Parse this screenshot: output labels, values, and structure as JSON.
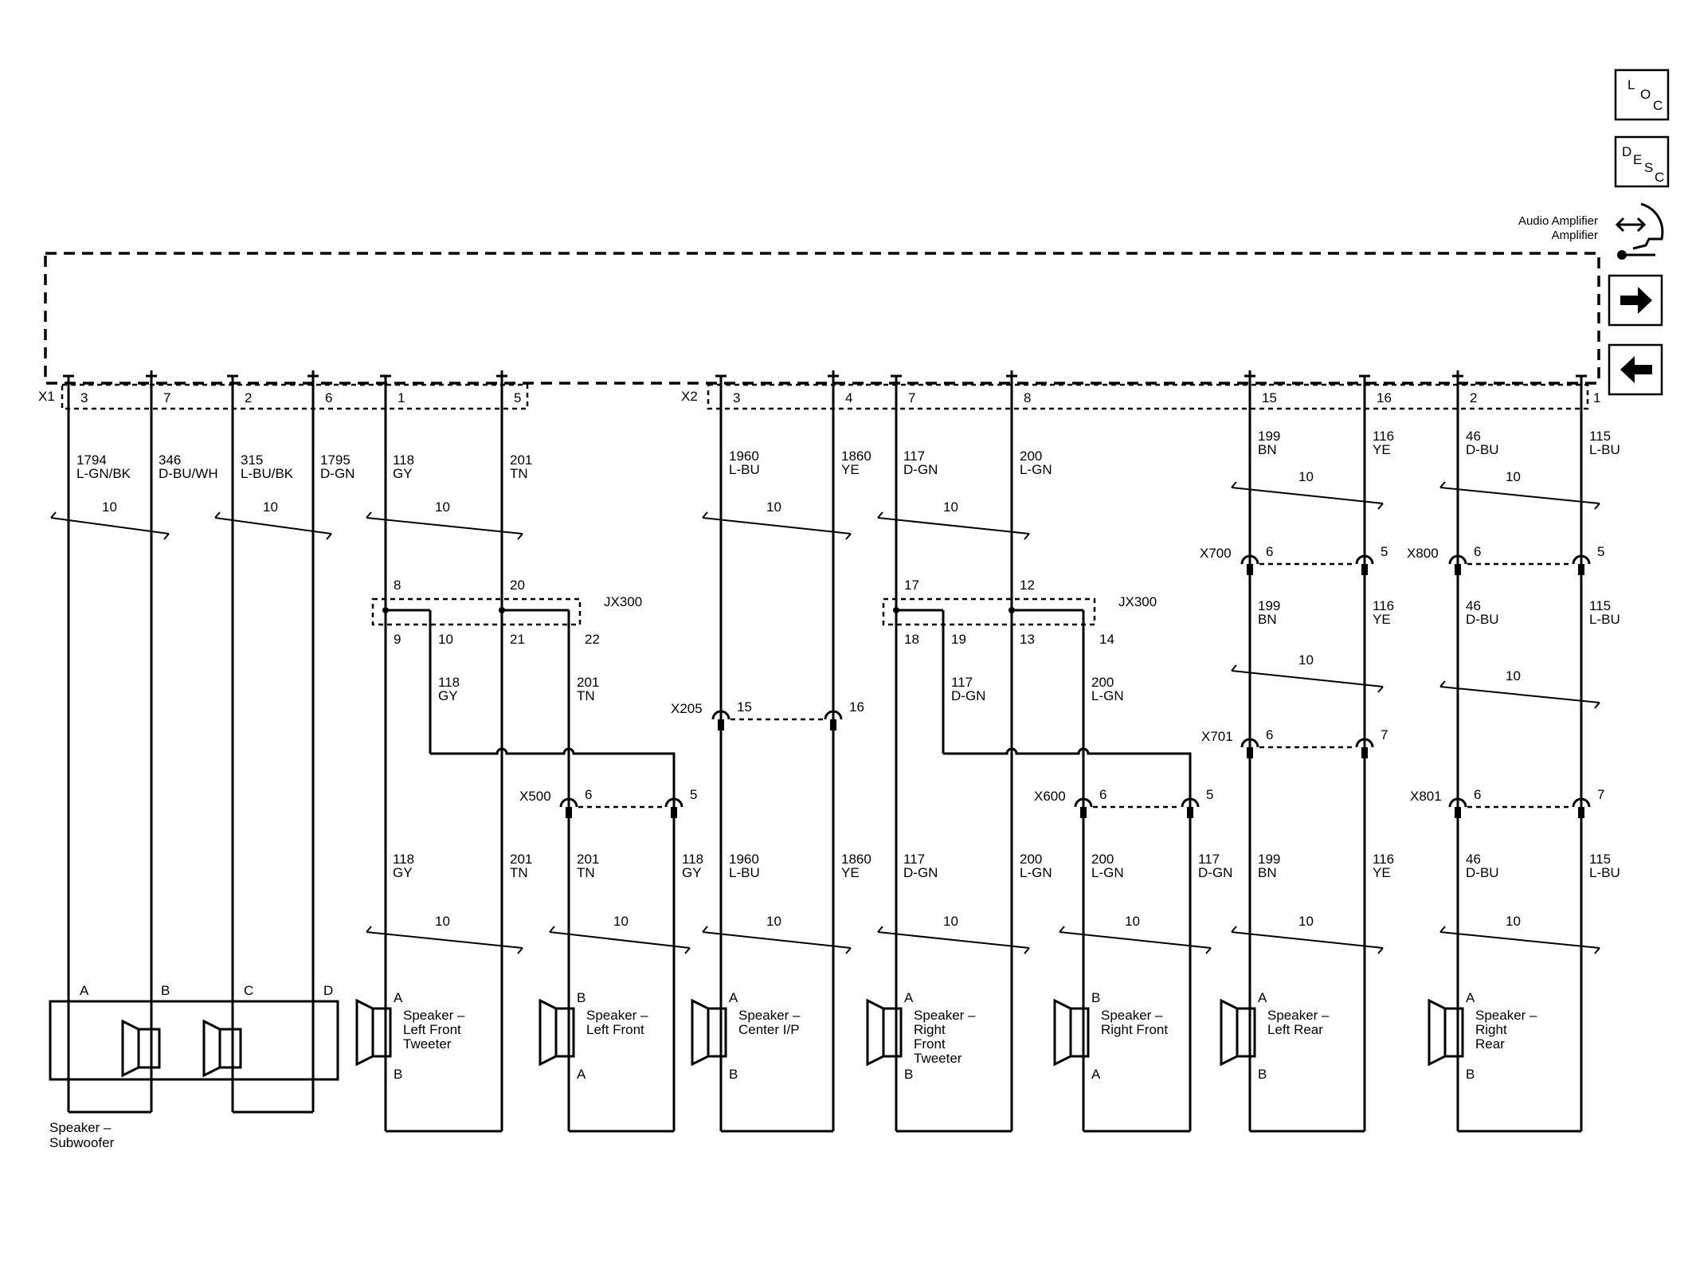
{
  "module": {
    "label": "Audio Amplifier",
    "connector_1": "X1",
    "connector_2": "X2"
  },
  "nav": {
    "loc": [
      "L",
      "O",
      "C"
    ],
    "desc": [
      "D",
      "E",
      "S",
      "C"
    ],
    "next_icon": "arrow-right-icon",
    "prev_icon": "arrow-left-icon",
    "component_icon": "audio-amplifier-icon"
  },
  "pins_x1": [
    "3",
    "7",
    "2",
    "6",
    "1",
    "5"
  ],
  "pins_x2": [
    "3",
    "4",
    "7",
    "8",
    "15",
    "16",
    "2",
    "1"
  ],
  "twist": "10",
  "wires_top": [
    [
      "1794",
      "L-GN/BK"
    ],
    [
      "346",
      "D-BU/WH"
    ],
    [
      "315",
      "L-BU/BK"
    ],
    [
      "1795",
      "D-GN"
    ],
    [
      "118",
      "GY"
    ],
    [
      "201",
      "TN"
    ],
    [
      "1960",
      "L-BU"
    ],
    [
      "1860",
      "YE"
    ],
    [
      "117",
      "D-GN"
    ],
    [
      "200",
      "L-GN"
    ],
    [
      "199",
      "BN"
    ],
    [
      "116",
      "YE"
    ],
    [
      "46",
      "D-BU"
    ],
    [
      "115",
      "L-BU"
    ]
  ],
  "splice": {
    "name": "JX300",
    "left": {
      "in": [
        "8",
        "20"
      ],
      "out": [
        "9",
        "10",
        "21",
        "22"
      ]
    },
    "right": {
      "in": [
        "17",
        "12"
      ],
      "out": [
        "18",
        "19",
        "13",
        "14"
      ]
    }
  },
  "wires_mid": [
    [
      "118",
      "GY"
    ],
    [
      "201",
      "TN"
    ],
    [
      "117",
      "D-GN"
    ],
    [
      "200",
      "L-GN"
    ],
    [
      "199",
      "BN"
    ],
    [
      "116",
      "YE"
    ],
    [
      "46",
      "D-BU"
    ],
    [
      "115",
      "L-BU"
    ]
  ],
  "connectors": [
    {
      "name": "X500",
      "pins": [
        "6",
        "5"
      ]
    },
    {
      "name": "X205",
      "pins": [
        "15",
        "16"
      ]
    },
    {
      "name": "X600",
      "pins": [
        "6",
        "5"
      ]
    },
    {
      "name": "X700",
      "pins": [
        "6",
        "5"
      ]
    },
    {
      "name": "X701",
      "pins": [
        "6",
        "7"
      ]
    },
    {
      "name": "X800",
      "pins": [
        "6",
        "5"
      ]
    },
    {
      "name": "X801",
      "pins": [
        "6",
        "7"
      ]
    }
  ],
  "wires_bottom": [
    [
      "118",
      "GY"
    ],
    [
      "201",
      "TN"
    ],
    [
      "201",
      "TN"
    ],
    [
      "118",
      "GY"
    ],
    [
      "1960",
      "L-BU"
    ],
    [
      "1860",
      "YE"
    ],
    [
      "117",
      "D-GN"
    ],
    [
      "200",
      "L-GN"
    ],
    [
      "200",
      "L-GN"
    ],
    [
      "117",
      "D-GN"
    ],
    [
      "199",
      "BN"
    ],
    [
      "116",
      "YE"
    ],
    [
      "46",
      "D-BU"
    ],
    [
      "115",
      "L-BU"
    ]
  ],
  "speakers": [
    {
      "name": "Speaker – Subwoofer",
      "lines": [
        "Speaker –",
        "Subwoofer"
      ],
      "pins": [
        "A",
        "B",
        "C",
        "D"
      ]
    },
    {
      "name": "Speaker – Left Front Tweeter",
      "lines": [
        "Speaker –",
        "Left Front",
        "Tweeter"
      ],
      "pins": [
        "A",
        "B"
      ]
    },
    {
      "name": "Speaker – Left Front",
      "lines": [
        "Speaker –",
        "Left Front"
      ],
      "pins": [
        "B",
        "A"
      ]
    },
    {
      "name": "Speaker – Center I/P",
      "lines": [
        "Speaker –",
        "Center I/P"
      ],
      "pins": [
        "A",
        "B"
      ]
    },
    {
      "name": "Speaker – Right Front Tweeter",
      "lines": [
        "Speaker –",
        "Right",
        "Front",
        "Tweeter"
      ],
      "pins": [
        "A",
        "B"
      ]
    },
    {
      "name": "Speaker – Right Front",
      "lines": [
        "Speaker –",
        "Right Front"
      ],
      "pins": [
        "B",
        "A"
      ]
    },
    {
      "name": "Speaker – Left Rear",
      "lines": [
        "Speaker –",
        "Left Rear"
      ],
      "pins": [
        "A",
        "B"
      ]
    },
    {
      "name": "Speaker – Right Rear",
      "lines": [
        "Speaker –",
        "Right",
        "Rear"
      ],
      "pins": [
        "A",
        "B"
      ]
    }
  ]
}
